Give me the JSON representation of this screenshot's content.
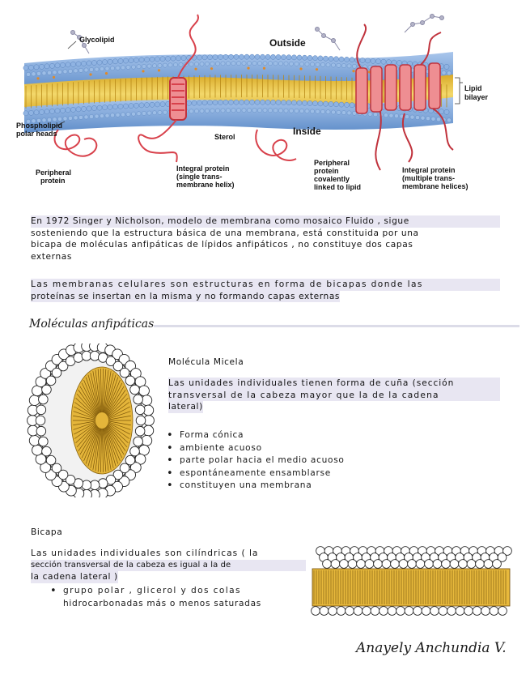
{
  "membrane_figure": {
    "labels": {
      "glycolipid": "Glycolipid",
      "outside": "Outside",
      "lipid_bilayer_1": "Lipid",
      "lipid_bilayer_2": "bilayer",
      "phospholipid_1": "Phospholipid",
      "phospholipid_2": "polar heads",
      "sterol": "Sterol",
      "inside": "Inside",
      "peripheral_protein_1": "Peripheral",
      "peripheral_protein_2": "protein",
      "integral_single_1": "Integral protein",
      "integral_single_2": "(single trans-",
      "integral_single_3": "membrane helix)",
      "peripheral_lipid_1": "Peripheral",
      "peripheral_lipid_2": "protein",
      "peripheral_lipid_3": "covalently",
      "peripheral_lipid_4": "linked to lipid",
      "integral_multi_1": "Integral protein",
      "integral_multi_2": "(multiple trans-",
      "integral_multi_3": "membrane helices)"
    },
    "colors": {
      "heads": "#7ea6d8",
      "tails": "#e9c64a",
      "protein": "#e0525a",
      "sugar": "#b0b0c0"
    }
  },
  "intro": {
    "line1": "En 1972 Singer y Nicholson, modelo de membrana como mosaico Fluido , sigue",
    "line2": "sosteniendo que la estructura básica de una membrana, está constituida por una",
    "line3": "bicapa de moléculas anfipáticas de lípidos anfipáticos , no constituye dos capas",
    "line4": "externas"
  },
  "definition": {
    "line1": "Las membranas celulares son estructuras en forma de bicapas donde las",
    "line2": "proteínas se insertan en la misma y no formando capas externas"
  },
  "section_title": "Moléculas anfipáticas",
  "micelle": {
    "title": "Molécula Micela",
    "desc1": "Las unidades individuales tienen forma de cuña (sección",
    "desc2": "transversal de la cabeza mayor que la de la cadena",
    "desc3": "lateral)",
    "bullets": [
      "Forma cónica",
      "ambiente acuoso",
      "parte polar hacia el medio acuoso",
      "espontáneamente ensamblarse",
      "constituyen una membrana"
    ]
  },
  "bilayer": {
    "title": "Bicapa",
    "desc1": "Las unidades individuales son cilíndricas ( la",
    "desc2": "sección transversal de la cabeza es igual a la de",
    "desc3": "la cadena lateral )",
    "bullet1": "grupo polar , glicerol y dos colas",
    "bullet2": "hidrocarbonadas más o menos saturadas"
  },
  "signature": "Anayely Anchundia V."
}
